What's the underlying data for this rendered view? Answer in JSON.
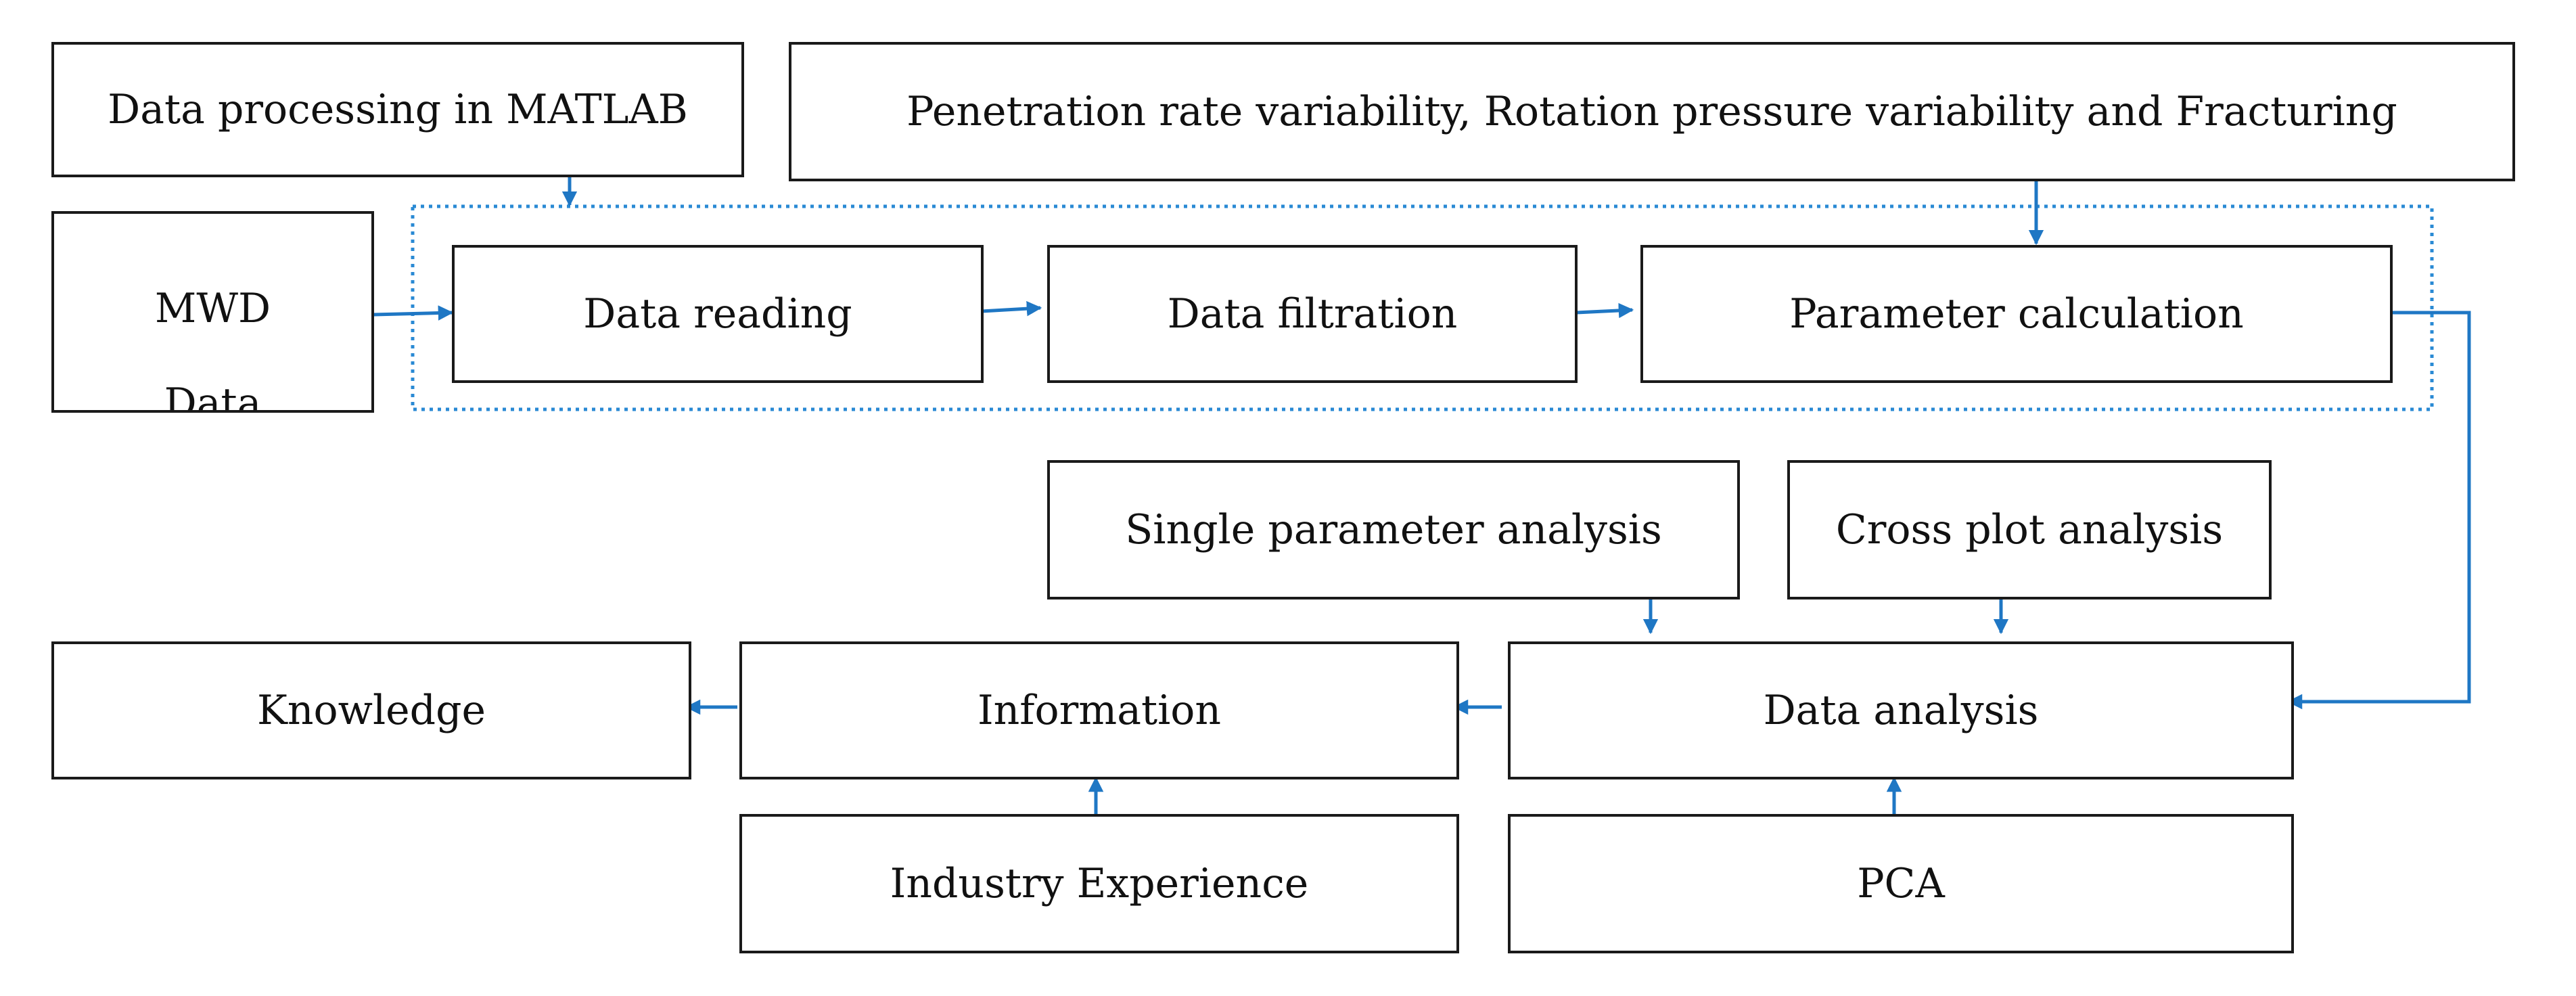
{
  "diagram": {
    "nodes": {
      "data_processing": "Data processing in MATLAB",
      "variability": "Penetration rate variability, Rotation pressure variability and Fracturing",
      "mwd_line1": "MWD",
      "mwd_line2": "Data",
      "data_reading": "Data reading",
      "data_filtration": "Data filtration",
      "parameter_calculation": "Parameter calculation",
      "single_parameter_analysis": "Single parameter analysis",
      "cross_plot_analysis": "Cross plot analysis",
      "knowledge": "Knowledge",
      "information": "Information",
      "data_analysis": "Data analysis",
      "industry_experience": "Industry Experience",
      "pca": "PCA"
    },
    "colors": {
      "arrow": "#1f77c4",
      "box_border": "#1a1a1a",
      "group_border": "#2a8ad4"
    }
  }
}
